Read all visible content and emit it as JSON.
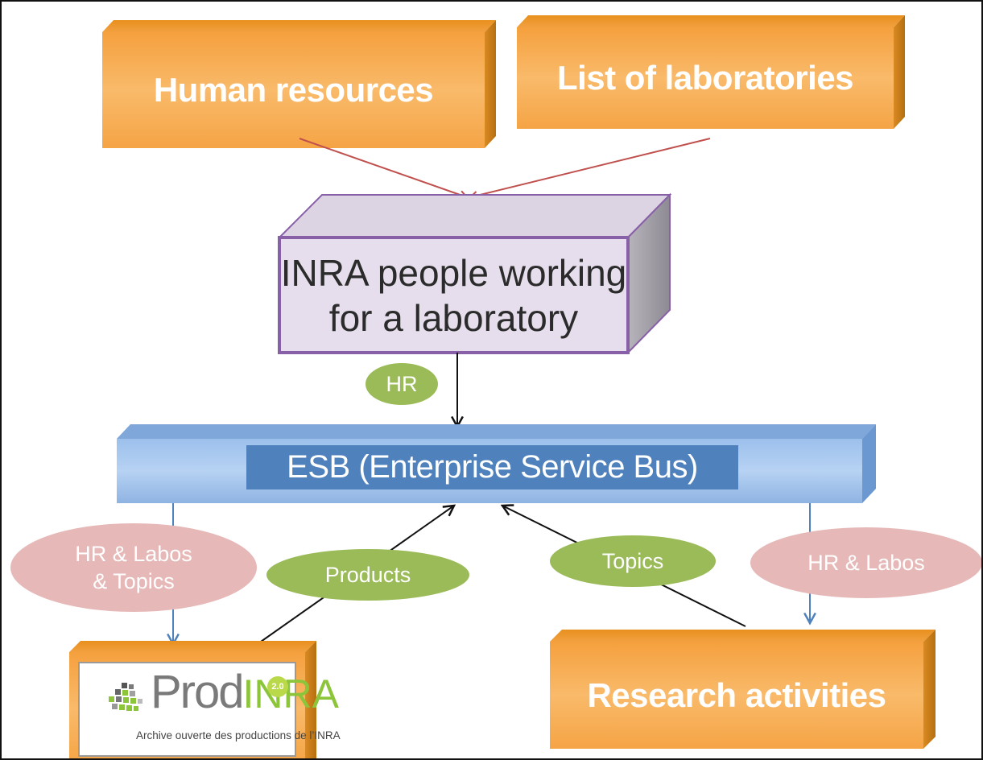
{
  "nodes": {
    "human_resources": "Human resources",
    "list_of_laboratories": "List of laboratories",
    "inra_people_line1": "INRA people working",
    "inra_people_line2": "for a laboratory",
    "esb": "ESB (Enterprise Service Bus)",
    "research_activities": "Research activities"
  },
  "prodinra": {
    "logo_word": "Prod",
    "logo_inra": "INRA",
    "badge": "2.0",
    "subtitle": "Archive ouverte des productions de l’INRA"
  },
  "edge_labels": {
    "hr": "HR",
    "hr_labos_topics_line1": "HR & Labos",
    "hr_labos_topics_line2": "& Topics",
    "products": "Products",
    "topics": "Topics",
    "hr_labos": "HR & Labos"
  },
  "colors": {
    "orange_box": "#F7A94B",
    "orange_side": "#D9861E",
    "inra_box": "#E4DCEA",
    "inra_border": "#8860A8",
    "esb_bar": "#8EB4E3",
    "esb_label_bg": "#4F81BD",
    "green_oval": "#9BBB59",
    "pink_oval": "#E6B9B8",
    "red_arrow": "#C0504D",
    "blue_arrow": "#4F81BD"
  }
}
